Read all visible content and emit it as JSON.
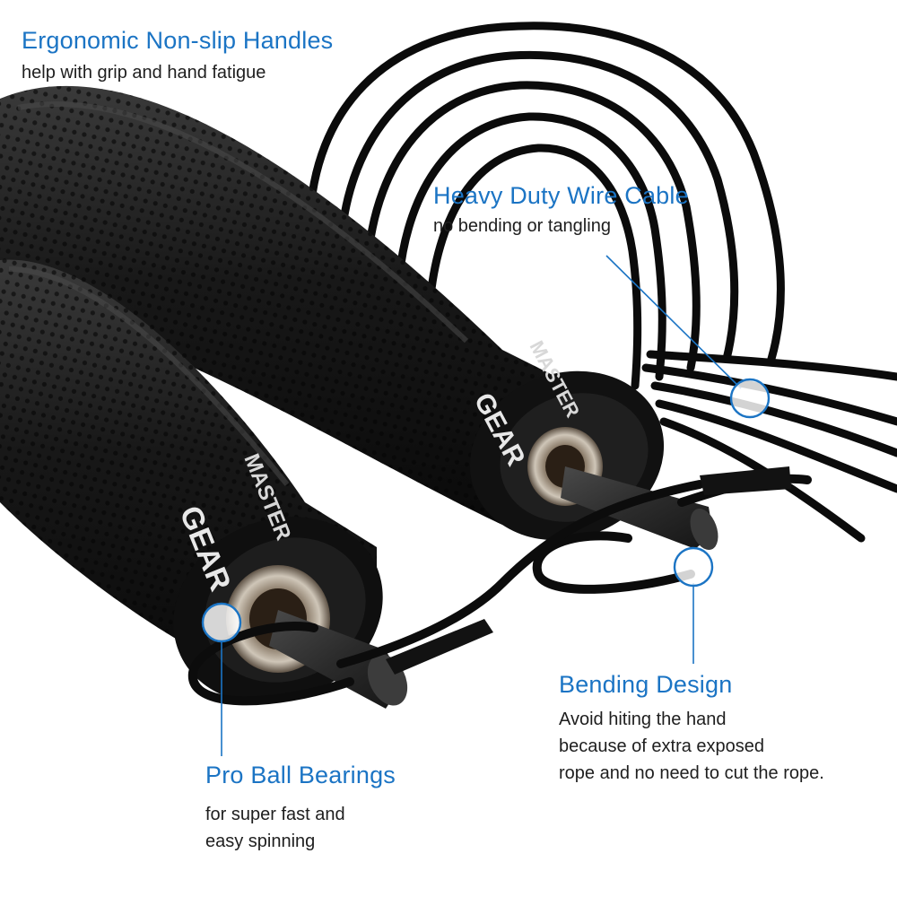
{
  "brand": {
    "logo_text": "MASTER GEAR"
  },
  "callouts": {
    "handles": {
      "title": "Ergonomic Non-slip Handles",
      "lines": [
        "help with grip and hand fatigue"
      ]
    },
    "cable": {
      "title": "Heavy Duty Wire Cable",
      "lines": [
        "no bending or tangling"
      ]
    },
    "bending": {
      "title": "Bending Design",
      "lines": [
        "Avoid hiting the hand",
        "because of extra exposed",
        "rope and no need to cut the rope."
      ]
    },
    "bearings": {
      "title": "Pro Ball Bearings",
      "lines": [
        "for super fast and",
        "easy spinning"
      ]
    }
  },
  "colors": {
    "accent": "#1b74c4",
    "text": "#1e1e1e",
    "handle": "#141414",
    "background": "#ffffff"
  }
}
